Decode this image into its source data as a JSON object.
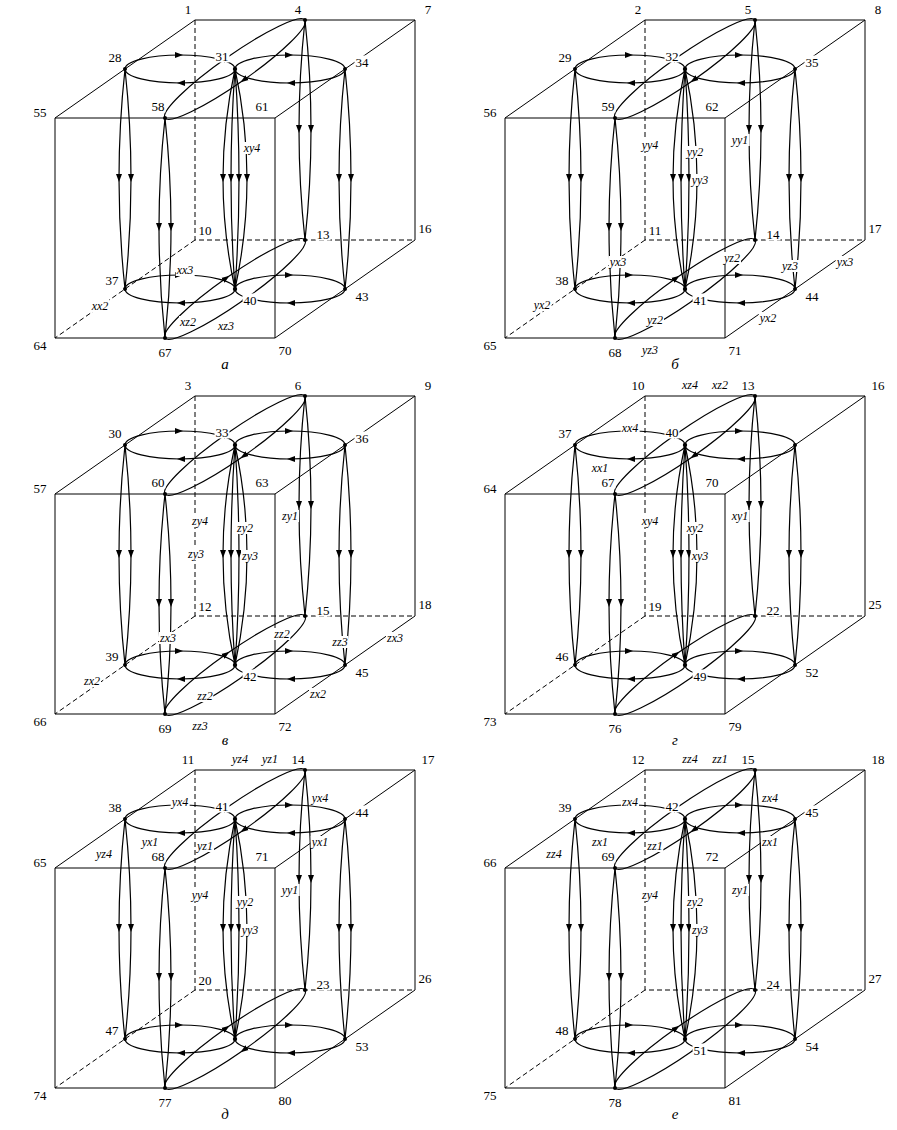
{
  "diagram": {
    "labels": [
      "1",
      "4",
      "7",
      "28",
      "31",
      "34",
      "55",
      "58",
      "61",
      "xy4",
      "10",
      "16",
      "xx3",
      "13",
      "37",
      "xx2",
      "40",
      "43",
      "xz2",
      "xz3",
      "64",
      "67",
      "70",
      "а",
      "2",
      "5",
      "8",
      "29",
      "32",
      "35",
      "56",
      "59",
      "62",
      "yy4",
      "yy2",
      "yy1",
      "yy3",
      "11",
      "14",
      "17",
      "yx3",
      "yz2",
      "yz3",
      "yx3",
      "38",
      "41",
      "44",
      "yx2",
      "yz2",
      "yx2",
      "yz3",
      "65",
      "68",
      "71",
      "б",
      "3",
      "6",
      "9",
      "30",
      "33",
      "36",
      "57",
      "60",
      "63",
      "zy4",
      "zy2",
      "zy1",
      "zy3",
      "zy3",
      "12",
      "15",
      "18",
      "zz2",
      "zx3",
      "zz3",
      "zx3",
      "39",
      "42",
      "45",
      "zx2",
      "zz2",
      "zx2",
      "zz3",
      "66",
      "69",
      "72",
      "в",
      "10",
      "xz4",
      "xz2",
      "13",
      "16",
      "37",
      "xx4",
      "40",
      "xx1",
      "64",
      "67",
      "70",
      "xy4",
      "xy2",
      "xy1",
      "xy3",
      "19",
      "22",
      "25",
      "46",
      "49",
      "52",
      "73",
      "76",
      "79",
      "г",
      "11",
      "yz4",
      "yz1",
      "14",
      "17",
      "38",
      "yx4",
      "41",
      "yx4",
      "yx1",
      "yx1",
      "44",
      "65",
      "yz4",
      "68",
      "yz1",
      "71",
      "yy4",
      "yy2",
      "yy1",
      "yy3",
      "20",
      "23",
      "26",
      "47",
      "53",
      "74",
      "77",
      "80",
      "д",
      "12",
      "zz4",
      "zz1",
      "15",
      "18",
      "39",
      "zx4",
      "42",
      "zx4",
      "zx1",
      "zx1",
      "45",
      "66",
      "zz4",
      "69",
      "zz1",
      "72",
      "zy4",
      "zy2",
      "zy1",
      "zy3",
      "24",
      "27",
      "48",
      "51",
      "54",
      "75",
      "78",
      "81",
      "е"
    ]
  }
}
